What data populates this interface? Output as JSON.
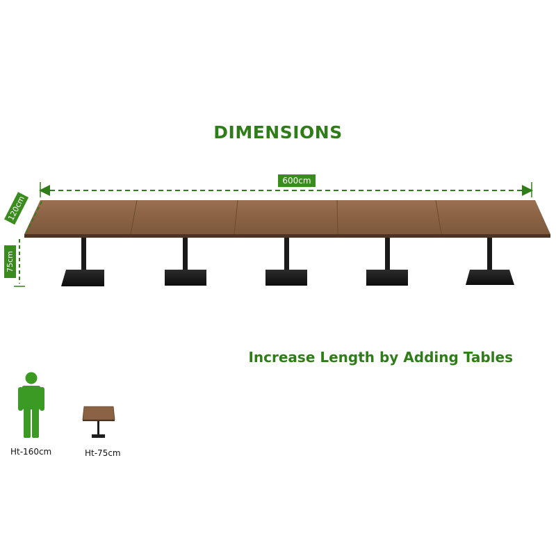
{
  "title": "DIMENSIONS",
  "subtitle": "Increase Length by Adding Tables",
  "dimensions": {
    "length_label": "600cm",
    "depth_label": "120cm",
    "height_label": "75cm"
  },
  "table": {
    "segments": 5,
    "bases": 5
  },
  "scale_reference": {
    "person_label": "Ht-160cm",
    "table_label": "Ht-75cm"
  },
  "colors": {
    "accent_green": "#2f7d19",
    "label_bg": "#3b8c1e",
    "wood": "#8a6344",
    "wood_dark": "#5a3b26",
    "metal": "#1e1e1e",
    "person": "#3a9a24"
  }
}
